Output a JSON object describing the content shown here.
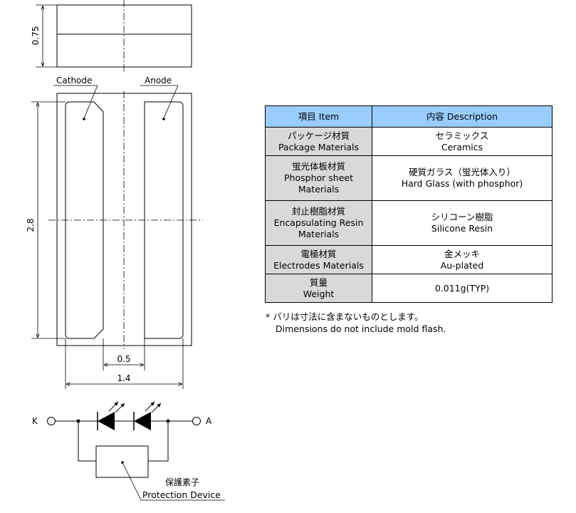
{
  "dimensions": {
    "height": "0.75",
    "length": "2.8",
    "gap": "0.5",
    "width": "1.4"
  },
  "labels": {
    "cathode": "Cathode",
    "anode": "Anode",
    "terminal_k": "K",
    "terminal_a": "A",
    "protection_jp": "保護素子",
    "protection_en": "Protection Device"
  },
  "table": {
    "header": {
      "item": "項目 Item",
      "description": "内容 Description"
    },
    "rows": [
      {
        "item_jp": "パッケージ材質",
        "item_en": "Package Materials",
        "item_en2": "",
        "desc_jp": "セラミックス",
        "desc_en": "Ceramics"
      },
      {
        "item_jp": "蛍光体板材質",
        "item_en": "Phosphor sheet",
        "item_en2": "Materials",
        "desc_jp": "硬質ガラス（蛍光体入り）",
        "desc_en": "Hard Glass (with phosphor)"
      },
      {
        "item_jp": "封止樹脂材質",
        "item_en": "Encapsulating Resin",
        "item_en2": "Materials",
        "desc_jp": "シリコーン樹脂",
        "desc_en": "Silicone Resin"
      },
      {
        "item_jp": "電極材質",
        "item_en": "Electrodes Materials",
        "item_en2": "",
        "desc_jp": "金メッキ",
        "desc_en": "Au-plated"
      },
      {
        "item_jp": "質量",
        "item_en": "Weight",
        "item_en2": "",
        "desc_jp": "",
        "desc_en": "0.011g(TYP)"
      }
    ]
  },
  "note": {
    "jp": "* バリは寸法に含まないものとします。",
    "en": "Dimensions do not include mold flash."
  }
}
